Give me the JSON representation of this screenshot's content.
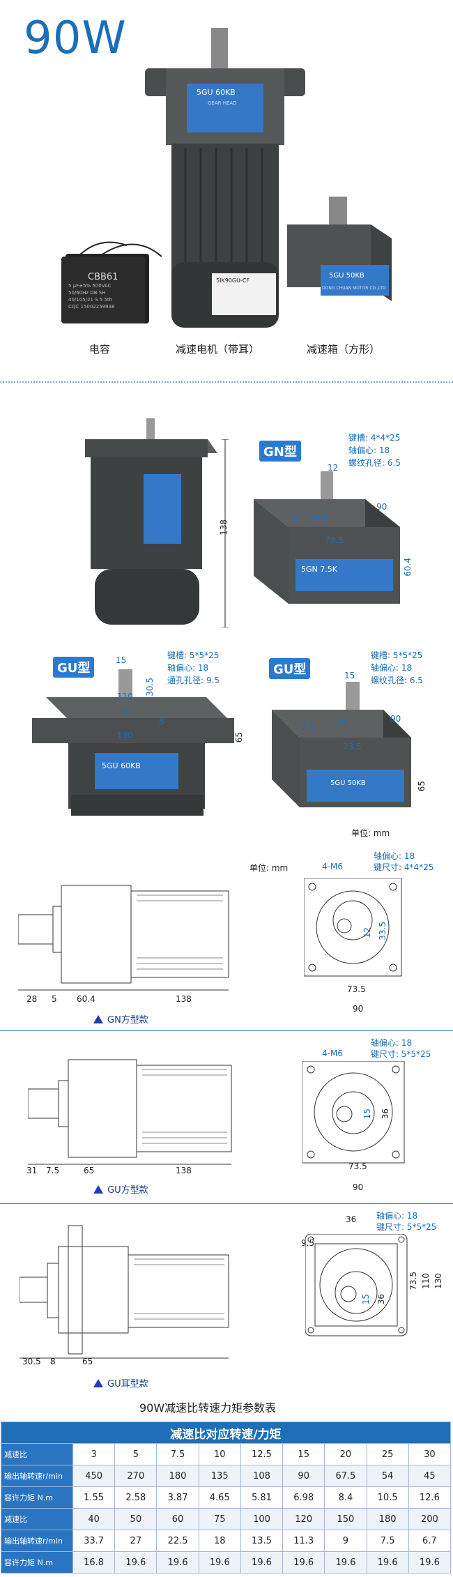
{
  "header": {
    "power": "90W"
  },
  "photos": {
    "captions": [
      "电容",
      "减速电机（带耳）",
      "减速箱（方形）"
    ],
    "capacitor_label": "CBB61",
    "capacitor_text": [
      "5 μF±5% 500VAC",
      "50/60Hz DB SH",
      "40/105/21 S 5 5th",
      "CQC 15002259938"
    ],
    "motor_plate": "5IK90GU-CF",
    "gearhead_plate_top": "5GU   60KB",
    "gearhead_plate_box": "5GU   50KB",
    "gear_head": "GEAR HEAD",
    "maker": "DONG CHUAN MOTOR CO.,LTD"
  },
  "section2": {
    "motor_height": "138",
    "gn": {
      "tag": "GN型",
      "notes": [
        "键槽: 4*4*25",
        "轴偏心: 18",
        "螺纹孔径: 6.5"
      ],
      "dims": [
        "12",
        "5",
        "35.5",
        "73.5",
        "90",
        "60.4"
      ],
      "plate": "5GN     7.5K"
    },
    "gu_ear": {
      "tag": "GU型",
      "notes": [
        "键槽: 5*5*25",
        "轴偏心: 18",
        "通孔孔径: 9.5"
      ],
      "dims": [
        "15",
        "30.5",
        "110",
        "36",
        "130",
        "8",
        "65"
      ],
      "plate": "5GU   60KB"
    },
    "gu_sq": {
      "tag": "GU型",
      "notes": [
        "键槽: 5*5*25",
        "轴偏心: 18",
        "螺纹孔径: 6.5"
      ],
      "dims": [
        "15",
        "7.5",
        "36",
        "73.5",
        "90",
        "65"
      ],
      "plate": "5GU   50KB"
    },
    "unit": "单位: mm"
  },
  "drawing_gn": {
    "unit": "单位: mm",
    "thread": "4-M6",
    "notes": [
      "轴偏心: 18",
      "键尺寸: 4*4*25"
    ],
    "side_dims": [
      "28",
      "5",
      "60.4",
      "138"
    ],
    "front_dims": [
      "12",
      "33.5",
      "73.5",
      "90"
    ],
    "model": "GN方型款"
  },
  "drawing_gu_sq": {
    "thread": "4-M6",
    "notes": [
      "轴偏心: 18",
      "键尺寸: 5*5*25"
    ],
    "side_dims": [
      "31",
      "7.5",
      "65",
      "138"
    ],
    "front_dims": [
      "15",
      "36",
      "73.5",
      "90"
    ],
    "model": "GU方型款"
  },
  "drawing_gu_ear": {
    "notes": [
      "轴偏心: 18",
      "键尺寸: 5*5*25"
    ],
    "side_dims": [
      "30.5",
      "8",
      "65"
    ],
    "front_dims": [
      "36",
      "9.5",
      "15",
      "36",
      "73.5",
      "110",
      "130"
    ],
    "model": "GU耳型款"
  },
  "table": {
    "title": "90W减速比转速力矩参数表",
    "header": "减速比对应转速/力矩",
    "rows": [
      {
        "label": "减速比",
        "values": [
          "3",
          "5",
          "7.5",
          "10",
          "12.5",
          "15",
          "20",
          "25",
          "30"
        ]
      },
      {
        "label": "输出轴转速r/min",
        "values": [
          "450",
          "270",
          "180",
          "135",
          "108",
          "90",
          "67.5",
          "54",
          "45"
        ]
      },
      {
        "label": "容许力矩 N.m",
        "values": [
          "1.55",
          "2.58",
          "3.87",
          "4.65",
          "5.81",
          "6.98",
          "8.4",
          "10.5",
          "12.6"
        ]
      },
      {
        "label": "减速比",
        "values": [
          "40",
          "50",
          "60",
          "75",
          "100",
          "120",
          "150",
          "180",
          "200"
        ]
      },
      {
        "label": "输出轴转速r/min",
        "values": [
          "33.7",
          "27",
          "22.5",
          "18",
          "13.5",
          "11.3",
          "9",
          "7.5",
          "6.7"
        ]
      },
      {
        "label": "容许力矩 N.m",
        "values": [
          "16.8",
          "19.6",
          "19.6",
          "19.6",
          "19.6",
          "19.6",
          "19.6",
          "19.6",
          "19.6"
        ]
      }
    ]
  }
}
